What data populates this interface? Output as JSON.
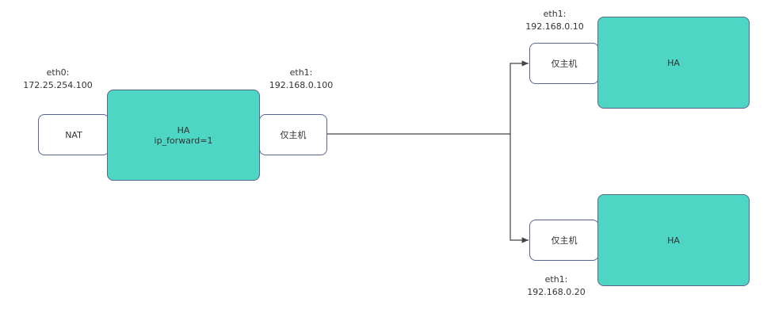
{
  "colors": {
    "host_fill": "#4dd6c4",
    "nic_fill": "#ffffff",
    "border": "#5a6590",
    "line": "#444444"
  },
  "gateway": {
    "nat": {
      "label": "NAT",
      "iface": "eth0:",
      "ip": "172.25.254.100"
    },
    "host": {
      "title": "HA",
      "subtitle": "ip_forward=1"
    },
    "hostonly": {
      "label": "仅主机",
      "iface": "eth1:",
      "ip": "192.168.0.100"
    }
  },
  "nodes": [
    {
      "host": "HA",
      "hostonly": "仅主机",
      "iface": "eth1:",
      "ip": "192.168.0.10"
    },
    {
      "host": "HA",
      "hostonly": "仅主机",
      "iface": "eth1:",
      "ip": "192.168.0.20"
    }
  ]
}
